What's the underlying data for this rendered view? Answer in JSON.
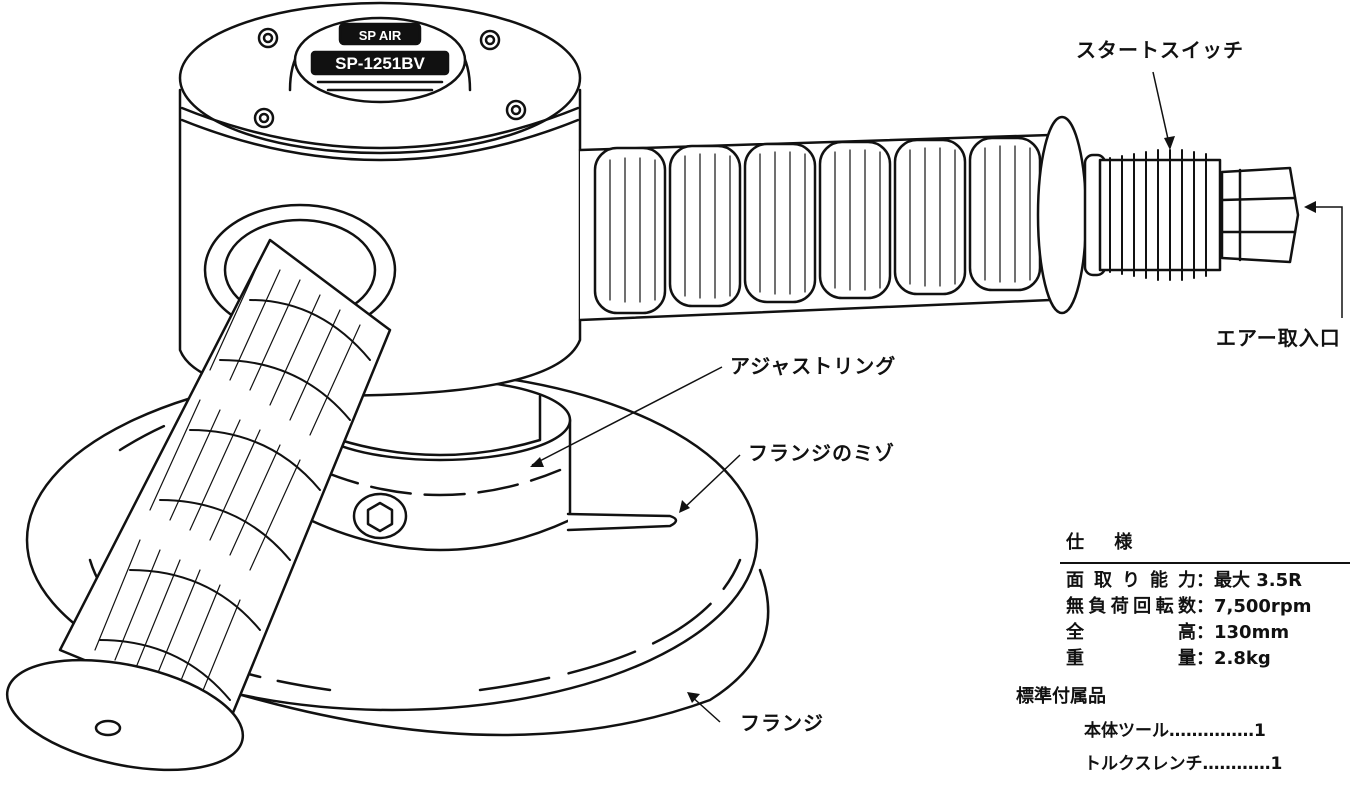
{
  "nameplate": {
    "brand": "SP AIR",
    "model": "SP-1251BV"
  },
  "callouts": {
    "start_switch": "スタートスイッチ",
    "air_inlet": "エアー取入口",
    "adjust_ring": "アジャストリング",
    "flange_groove": "フランジのミゾ",
    "flange": "フランジ"
  },
  "spec": {
    "title": "仕 様",
    "rows": [
      {
        "label": "面取り能力",
        "value": "最大 3.5R"
      },
      {
        "label": "無負荷回転数",
        "value": "7,500rpm"
      },
      {
        "label": "全高",
        "value": "130mm"
      },
      {
        "label": "重量",
        "value": "2.8kg"
      }
    ]
  },
  "accessories": {
    "title": "標準付属品",
    "items": [
      "本体ツール……………1",
      "トルクスレンチ…………1"
    ]
  }
}
